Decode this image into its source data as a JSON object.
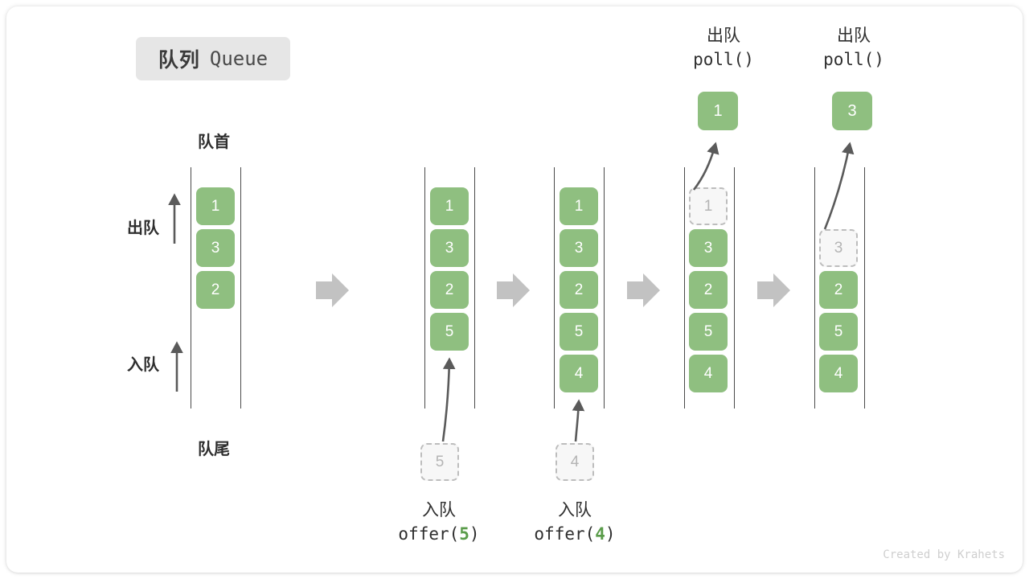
{
  "title": {
    "cn": "队列",
    "en": "Queue"
  },
  "labels": {
    "front": "队首",
    "rear": "队尾",
    "dequeue_side": "出队",
    "enqueue_side": "入队"
  },
  "colors": {
    "element_green": "#8fbf80",
    "ghost_gray": "#b4b4b4",
    "ghost_fill": "#f7f7f7",
    "arrow_gray": "#c0c0c0",
    "rail": "#4a4a4a",
    "badge_bg": "#e6e6e6",
    "accent_arg": "#5a9c4a",
    "text": "#2e2e2e"
  },
  "steps": [
    {
      "id": "initial",
      "items": [
        "1",
        "3",
        "2"
      ],
      "ghost_index": null,
      "empty_index": null,
      "caption": null,
      "incoming": null,
      "popped": null
    },
    {
      "id": "offer-5",
      "items": [
        "1",
        "3",
        "2",
        "5"
      ],
      "ghost_index": null,
      "empty_index": null,
      "caption": {
        "cn": "入队",
        "fn": "offer(",
        "arg": "5",
        "fn_end": ")"
      },
      "incoming": "5",
      "popped": null
    },
    {
      "id": "offer-4",
      "items": [
        "1",
        "3",
        "2",
        "5",
        "4"
      ],
      "ghost_index": null,
      "empty_index": null,
      "caption": {
        "cn": "入队",
        "fn": "offer(",
        "arg": "4",
        "fn_end": ")"
      },
      "incoming": "4",
      "popped": null
    },
    {
      "id": "poll-1",
      "items": [
        "1",
        "3",
        "2",
        "5",
        "4"
      ],
      "ghost_index": 0,
      "empty_index": null,
      "caption": {
        "cn": "出队",
        "fn": "poll(",
        "arg": "",
        "fn_end": ")"
      },
      "incoming": null,
      "popped": "1"
    },
    {
      "id": "poll-3",
      "items": [
        "",
        "3",
        "2",
        "5",
        "4"
      ],
      "ghost_index": 1,
      "empty_index": 0,
      "caption": {
        "cn": "出队",
        "fn": "poll(",
        "arg": "",
        "fn_end": ")"
      },
      "incoming": null,
      "popped": "3"
    }
  ],
  "footer": "Created by Krahets"
}
